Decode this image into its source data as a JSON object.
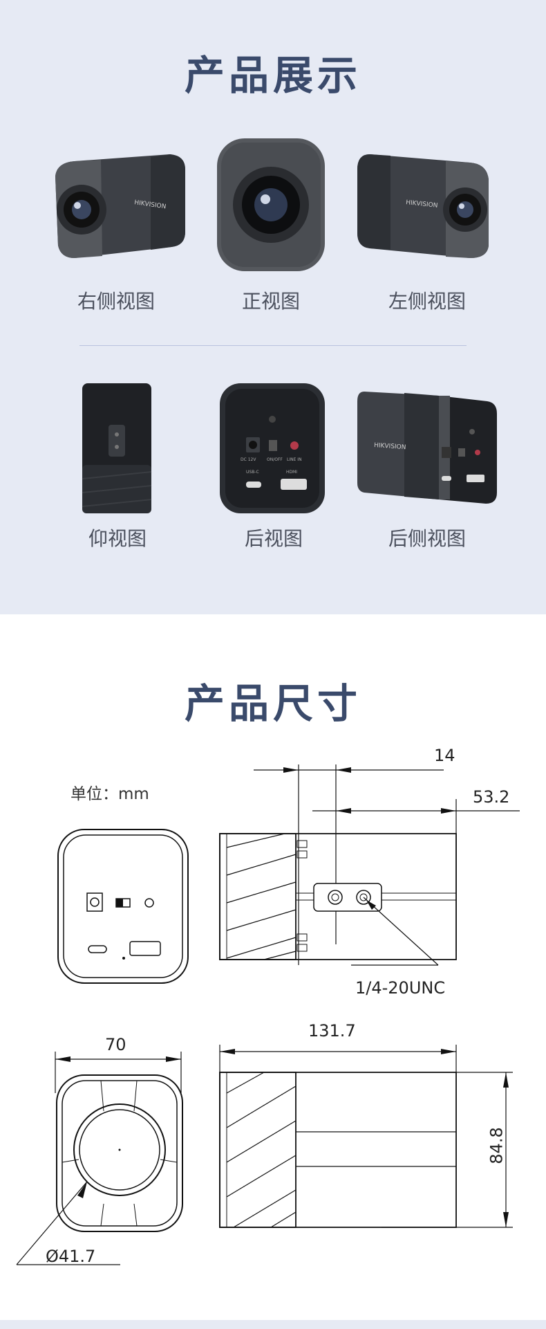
{
  "showcase": {
    "title": "产品展示",
    "views": [
      {
        "label": "右侧视图"
      },
      {
        "label": "正视图"
      },
      {
        "label": "左侧视图"
      },
      {
        "label": "仰视图"
      },
      {
        "label": "后视图"
      },
      {
        "label": "后侧视图"
      }
    ],
    "brand": "HIKVISION",
    "rear_ports": [
      "DC 12V",
      "ON/OFF",
      "LINE IN",
      "USB-C",
      "HDMI"
    ]
  },
  "dimensions": {
    "title": "产品尺寸",
    "unit_label": "单位：mm",
    "d14": "14",
    "d53": "53.2",
    "mount": "1/4-20UNC",
    "d70": "70",
    "d131": "131.7",
    "d84": "84.8",
    "d41": "Ø41.7"
  },
  "colors": {
    "band": "#e6eaf4",
    "title": "#3a4a6b",
    "camera": "#3d4046",
    "camera_dark": "#1f2125"
  }
}
